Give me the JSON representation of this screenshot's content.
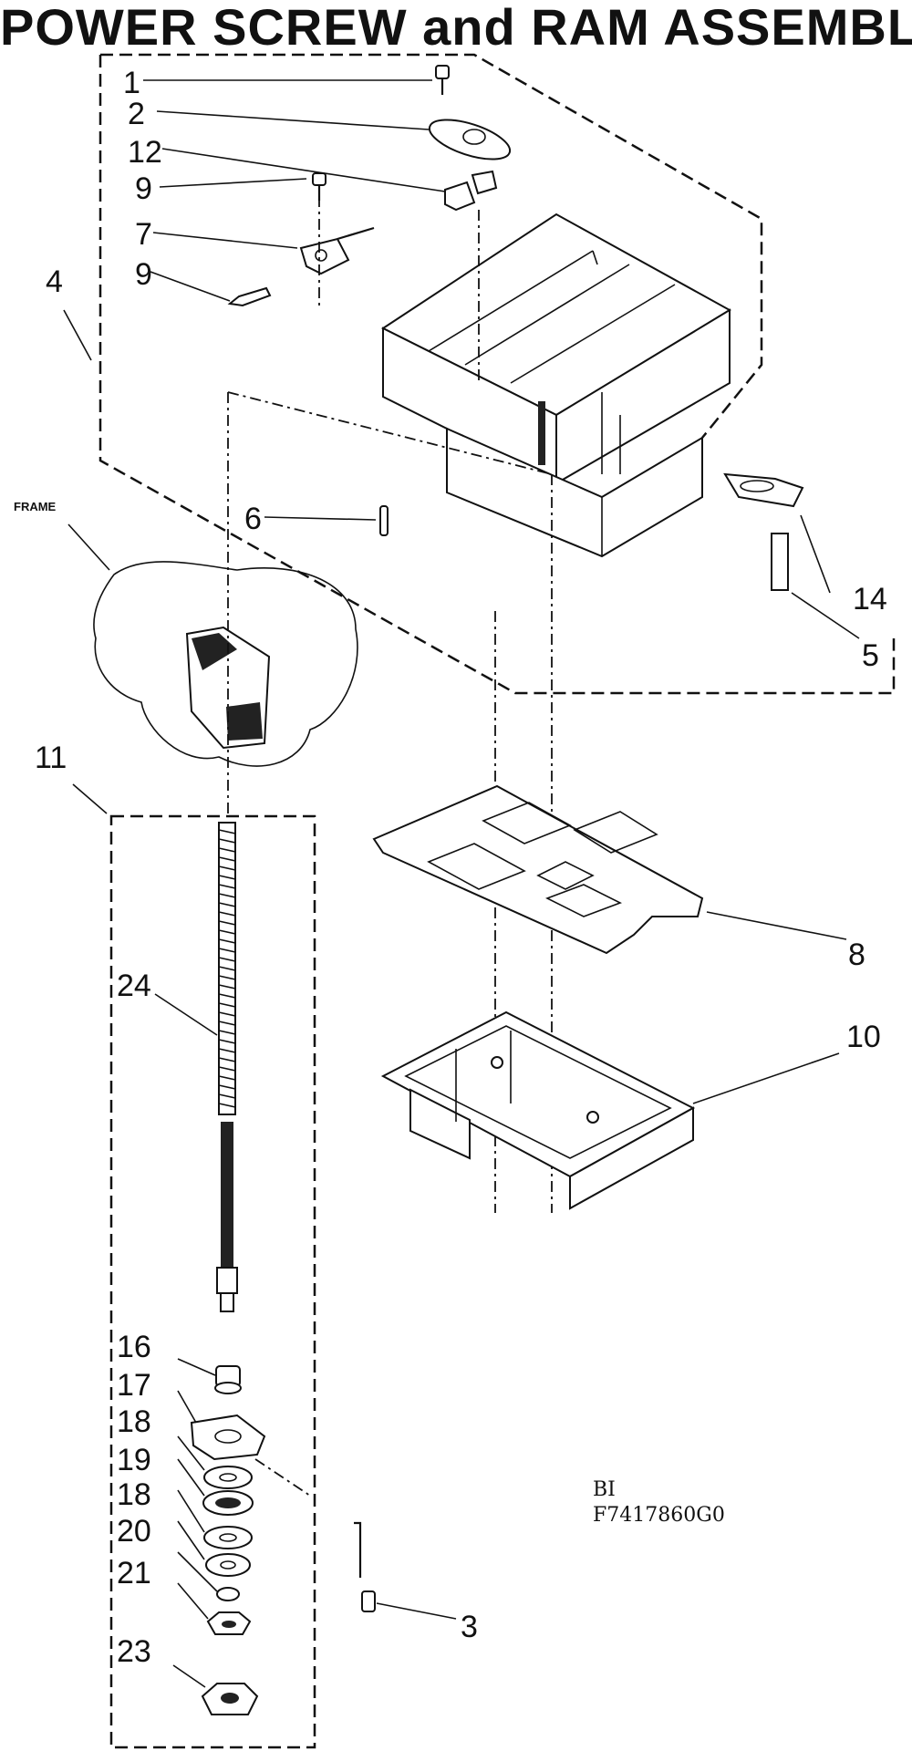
{
  "title": "POWER SCREW and RAM ASSEMBLY",
  "frame_label": "FRAME",
  "callouts": {
    "c1": "1",
    "c2": "2",
    "c12": "12",
    "c9a": "9",
    "c7": "7",
    "c9b": "9",
    "c4": "4",
    "c6": "6",
    "c14": "14",
    "c5": "5",
    "c11": "11",
    "c8": "8",
    "c10": "10",
    "c24": "24",
    "c16": "16",
    "c17": "17",
    "c18a": "18",
    "c19": "19",
    "c18b": "18",
    "c20": "20",
    "c21": "21",
    "c23": "23",
    "c3": "3"
  },
  "drawing_id": {
    "line1": "BI",
    "line2": "F7417860G0"
  }
}
